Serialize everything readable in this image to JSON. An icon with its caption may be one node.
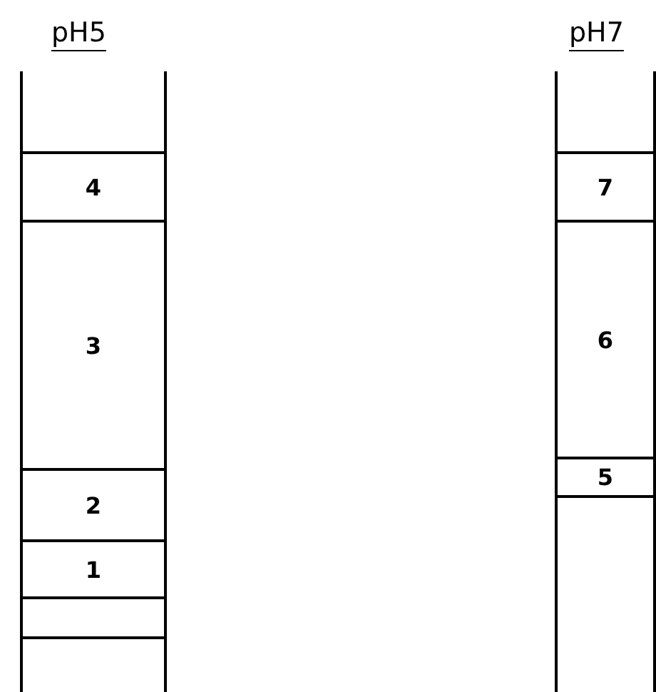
{
  "diagram": {
    "nodes": [
      {
        "text": [
          "pH5"
        ]
      },
      {
        "text": [
          "4"
        ],
        "in": 0
      },
      {
        "text": [
          "3"
        ],
        "in": 0
      },
      {
        "text": [
          "2"
        ],
        "in": 0
      },
      {
        "text": [
          "1"
        ],
        "in": 0
      },
      {
        "text": [
          "pH7"
        ]
      },
      {
        "text": [
          "7"
        ],
        "in": 5
      },
      {
        "text": [
          "6"
        ],
        "in": 5
      },
      {
        "text": [
          "5"
        ],
        "in": 5
      }
    ],
    "edges": []
  }
}
